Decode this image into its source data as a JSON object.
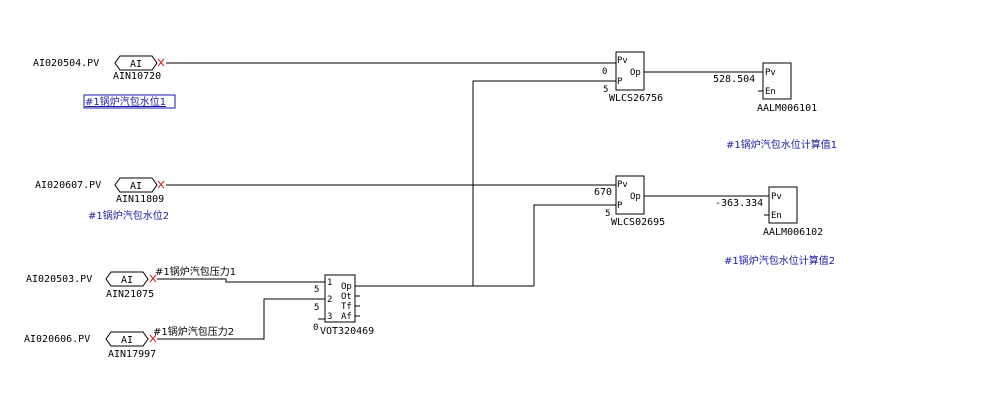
{
  "inputs": [
    {
      "tag": "AI020504.PV",
      "type": "AI",
      "block": "AIN10720",
      "desc": "#1锅炉汽包水位1"
    },
    {
      "tag": "AI020607.PV",
      "type": "AI",
      "block": "AIN11809",
      "desc": "#1锅炉汽包水位2"
    },
    {
      "tag": "AI020503.PV",
      "type": "AI",
      "block": "AIN21075",
      "desc": "#1锅炉汽包压力1"
    },
    {
      "tag": "AI020606.PV",
      "type": "AI",
      "block": "AIN17997",
      "desc": "#1锅炉汽包压力2"
    }
  ],
  "wlcs1": {
    "name": "WLCS26756",
    "pin_pv": "Pv",
    "pin_p": "P",
    "pin_op": "Op",
    "val_pv": "0",
    "val_p": "5"
  },
  "wlcs2": {
    "name": "WLCS02695",
    "pin_pv": "Pv",
    "pin_p": "P",
    "pin_op": "Op",
    "val_pv": "670",
    "val_p": "5"
  },
  "vot": {
    "name": "VOT320469",
    "pin1": "1",
    "pin2": "2",
    "pin3": "3",
    "op": "Op",
    "ot": "Ot",
    "tf": "Tf",
    "af": "Af",
    "val1": "5",
    "val2": "5",
    "val3": "0"
  },
  "aalm1": {
    "name": "AALM006101",
    "pin_pv": "Pv",
    "pin_en": "En",
    "value": "528.504",
    "desc": "#1锅炉汽包水位计算值1"
  },
  "aalm2": {
    "name": "AALM006102",
    "pin_pv": "Pv",
    "pin_en": "En",
    "value": "-363.334",
    "desc": "#1锅炉汽包水位计算值2"
  },
  "colors": {
    "wire": "#000000",
    "label_blue": "#1a1aa6",
    "cross_red": "#cc2222"
  }
}
